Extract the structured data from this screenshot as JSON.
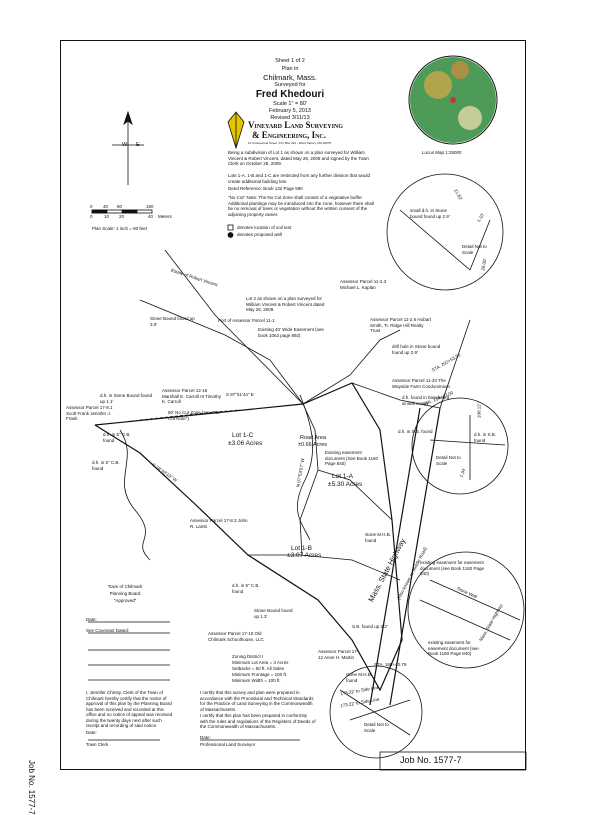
{
  "title_block": {
    "sheet": "Sheet 1 of 2",
    "line1": "Plan in",
    "town": "Chilmark, Mass.",
    "line3": "Surveyed for",
    "client": "Fred Khedouri",
    "scale": "Scale 1\" = 80'",
    "date": "February 5, 2013",
    "revised": "Revised 3/11/13"
  },
  "company": {
    "name_line1": "Vineyard Land Surveying",
    "name_line2": "& Engineering, Inc.",
    "address": "12 Cottonwood Street, P.O. Box 421 - West Tisbury, MA 02575"
  },
  "locus": {
    "caption": "Locus Map  1:25000"
  },
  "notes": {
    "note1": "Being a subdivision of Lot 1 as shown on a plan surveyed for William Vincent & Robert Vincent, dated May 28, 2009 and signed by the Town Clerk on October 28, 2009.",
    "note2": "Lots 1-A, 1-B and 1-C are restricted from any further division that would create additional building lots.",
    "deed": "Deed Reference: Book 132 Page 580",
    "nocut": "\"No Cut\" Note: The No Cut Zone shall consist of a vegetative buffer. Additional plantings may be introduced into the zone, however there shall be no removal of trees or vegetation without the written consent of the adjoining property owner."
  },
  "compass": {
    "w": "W",
    "e": "E"
  },
  "scale_bar": {
    "ticks_top": [
      "0",
      "40",
      "80",
      "160"
    ],
    "ticks_bottom": [
      "0",
      "10",
      "20",
      "40"
    ],
    "unit": "Meters",
    "label": "Plan Scale: 1 inch = 80 feet"
  },
  "legend": {
    "item1": "denotes location of soil test",
    "item2": "denotes proposed well"
  },
  "plan_labels": {
    "estate": "Estate of Robert Vincent",
    "lot2_note": "Lot 2 as shown on a plan surveyed for William Vincent & Robert Vincent dated May 28, 2009.",
    "port_parcel": "Port of Assessor Parcel 11-1",
    "easement": "Existing 40' Wide Easement (see book 1063 page 892)",
    "stone_bound1": "Stone Bound found up 3.0'",
    "parcel_11_2_3": "Assessor Parcel 11-2.3 Michael L. Kaplan",
    "parcel_11_2_6": "Assessor Parcel 11-2.6 Hobart Smith, Tr. Ridge Hill Realty Trust",
    "dh_stone1": "drill hole in Stone bound found up 2.9'",
    "parcel_11_34": "Assessor Parcel 11-34 The Wayside Farm Condominium",
    "parcel_12_16": "Assessor Parcel 12-16 Marshall E. Carroll III Timothy K. Carroll",
    "dh_stone2": "d.h. in Stone Bound found up 1.1'",
    "parcel_17_8_1": "Assessor Parcel 17-8.1 Scott Frank Jennifer J. Frank",
    "dh_cb1": "d.h. in 5\" C.B. found",
    "nocut_zone": "50' No Cut Zone (see \"No Cut Note\")",
    "lot1c": "Lot 1-C",
    "lot1c_area": "±3.06 Acres",
    "road_area": "Road Area",
    "road_area_val": "±0.66 Acres",
    "lot1a": "Lot 1-A",
    "lot1a_area": "±5.30 Acres",
    "lot1b": "Lot 1-B",
    "lot1b_area": "±3.07 Acres",
    "existing_easement_doc": "Existing easement document (See Book 1160 Page 840)",
    "dh_cb2": "d.h. in 5\" C.B. found",
    "dh_sb": "d.h. in S.B. found",
    "dh_basebound": "d.h. found in baseboard at wall corner",
    "parcel_17_8_3": "Assessor Parcel 17-8.3 John R. Lamb",
    "stone_mhb": "stone M.H.B. found",
    "road_name": "Mass. State Highway",
    "road_sub": "(Also known as Middle Road)",
    "dh_cb3": "d.h. in 5\" C.B. found",
    "stone_bound2": "Stone Bound found up 1.3'",
    "sb_found": "S.B. found up 2.2'",
    "parcel_17_10": "Assessor Parcel 17-10 Old Chilmark Schoolhouse, LLC",
    "parcel_17_12": "Assessor Parcel 17-12 Anne H. Martin",
    "stone_mhb2": "stone M.H.B. found",
    "sta": "STA. 188+43.79",
    "sta2": "STA. 202+53.56",
    "sta3": "STA. 184+43.00",
    "existing_easement2": "existing easement for easement document (see Book 1160 Page 840)",
    "bearing1": "S 87°51'44\" E",
    "bearing2": "N 07°53'07\" W",
    "bearing3": "S 78°43'10\" W"
  },
  "zoning": {
    "title": "Zoning District I",
    "l1": "Minimum Lot Area = 3 Acres",
    "l2": "Setbacks = 50 ft. All Sides",
    "l3": "Minimum Frontage = 100 ft.",
    "l4": "Minimum Width = 100 ft."
  },
  "planning_board": {
    "l1": "Town of Chilmark",
    "l2": "Planning Board",
    "l3": "\"Approved\"",
    "date": "Date:",
    "covenant": "See Covenant Dated:"
  },
  "clerk": {
    "text": "I, Jennifer Christy, Clerk of the Town of Chilmark hereby certify that the notice of approval of this plan by the Planning Board has been received and recorded at this office and no notice of appeal was received during the twenty days next after such receipt and recording of said notice.",
    "sig": "Town Clerk",
    "date": "Date:"
  },
  "certify": {
    "p1": "I certify that this survey and plan were prepared in accordance with the Procedural and Technical Standards for the Practice of Land Surveying in the Commonwealth of Massachusetts.",
    "p2": "I certify that this plan has been prepared in conformity with the rules and regulations of the Registers of Deeds of the Commonwealth of Massachusetts.",
    "date": "Date:",
    "pls": "Professional Land Surveyor"
  },
  "details": {
    "d1": "Detail Not to Scale",
    "d1_label": "small d.h. in Stone bound found up 2.9'",
    "d1_dims": [
      "21.82'",
      "1.10'",
      "28.00'"
    ],
    "d2": "Detail Not to Scale",
    "d2_label": "d.h. in S.B. found",
    "d2_dims": [
      "100.12'",
      "1.34'"
    ],
    "d3_label1": "existing easement for easement document (see Book 1160 Page 840)",
    "d3_wall": "Stone Wall",
    "d3_hwy": "Mass. State Highway",
    "d4": "Detail Not to Scale",
    "d4_dims": [
      "173.22' to Side Line",
      "173.22' to Side Line"
    ]
  },
  "job": {
    "side": "Job No. 1577-7",
    "bottom": "Job No. 1577-7"
  }
}
